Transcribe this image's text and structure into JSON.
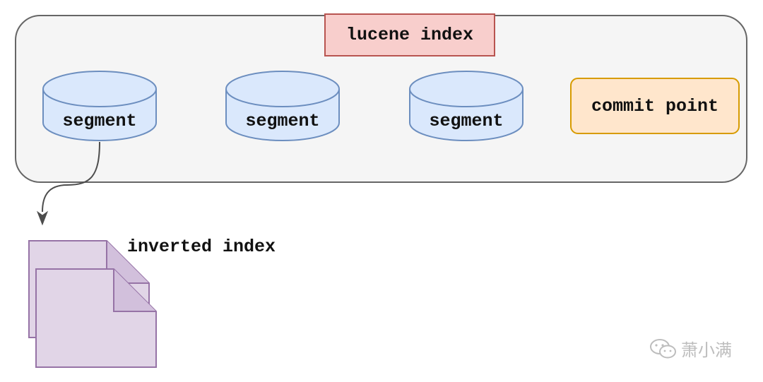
{
  "title": "lucene index",
  "segments": [
    "segment",
    "segment",
    "segment"
  ],
  "commit_point": "commit point",
  "inverted_index": "inverted index",
  "watermark": "萧小满",
  "colors": {
    "container_fill": "#f5f5f5",
    "title_fill": "#f8cecc",
    "title_border": "#b85450",
    "segment_fill": "#dae8fc",
    "segment_border": "#6c8ebf",
    "commit_fill": "#ffe6cc",
    "commit_border": "#d79b00",
    "doc_fill": "#e1d5e7",
    "doc_border": "#9673a6"
  },
  "icons": [
    "database-cylinder-icon",
    "document-icon",
    "wechat-icon"
  ]
}
